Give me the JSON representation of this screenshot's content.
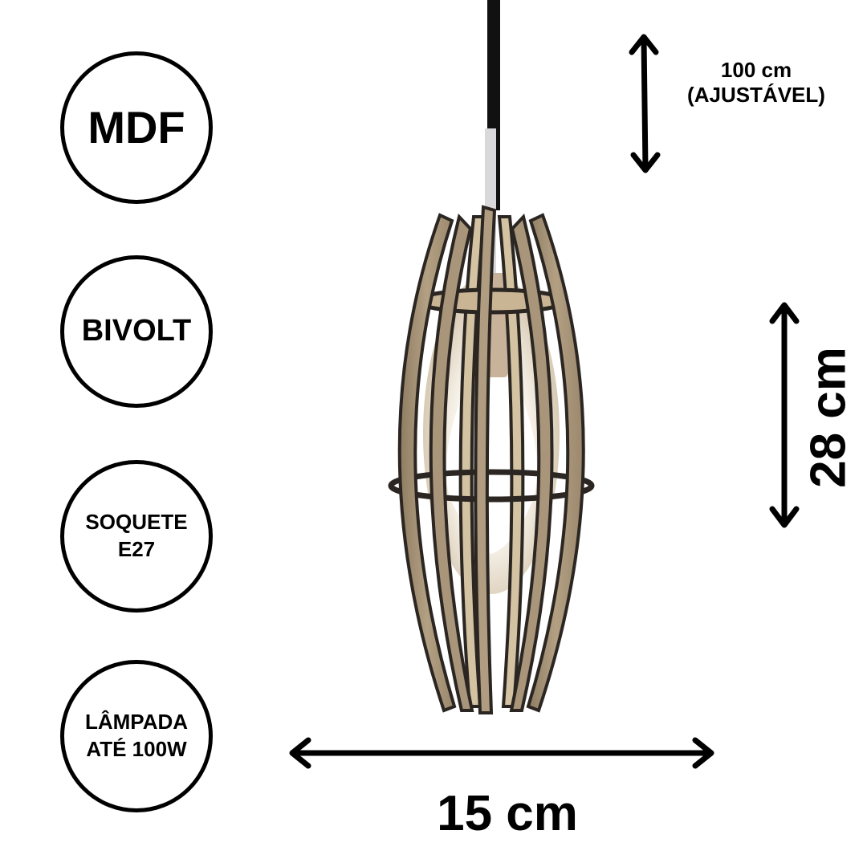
{
  "badges": {
    "material": "MDF",
    "voltage": "BIVOLT",
    "socket_line1": "SOQUETE",
    "socket_line2": "E27",
    "lamp_line1": "LÂMPADA",
    "lamp_line2": "ATÉ 100W"
  },
  "dimensions": {
    "cable_length": "100 cm",
    "cable_note": "(AJUSTÁVEL)",
    "height": "28 cm",
    "width": "15 cm"
  },
  "colors": {
    "wood": "#a89478",
    "wood_light": "#d8c8a8",
    "edge": "#2b2622",
    "cable": "#111111",
    "glow": "#ffffff"
  },
  "icons": [
    "double-arrow-vertical-icon",
    "double-arrow-horizontal-icon"
  ]
}
